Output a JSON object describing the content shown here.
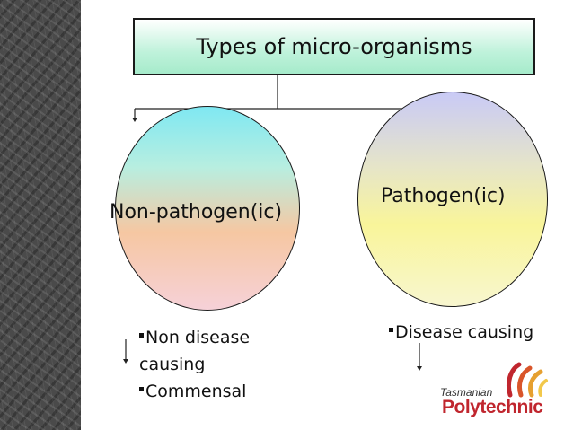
{
  "title": "Types of micro-organisms",
  "left_group": {
    "label": "Non-pathogen(ic)",
    "bullets": [
      "Non disease",
      "causing",
      "Commensal"
    ]
  },
  "right_group": {
    "label": "Pathogen(ic)",
    "bullets": [
      "Disease causing"
    ]
  },
  "logo": {
    "small": "Tasmanian",
    "big": "Polytechnic"
  },
  "colors": {
    "title_fill": "#bff2db",
    "logo_red": "#c0262e",
    "sidebar": "#4a4a4a"
  }
}
